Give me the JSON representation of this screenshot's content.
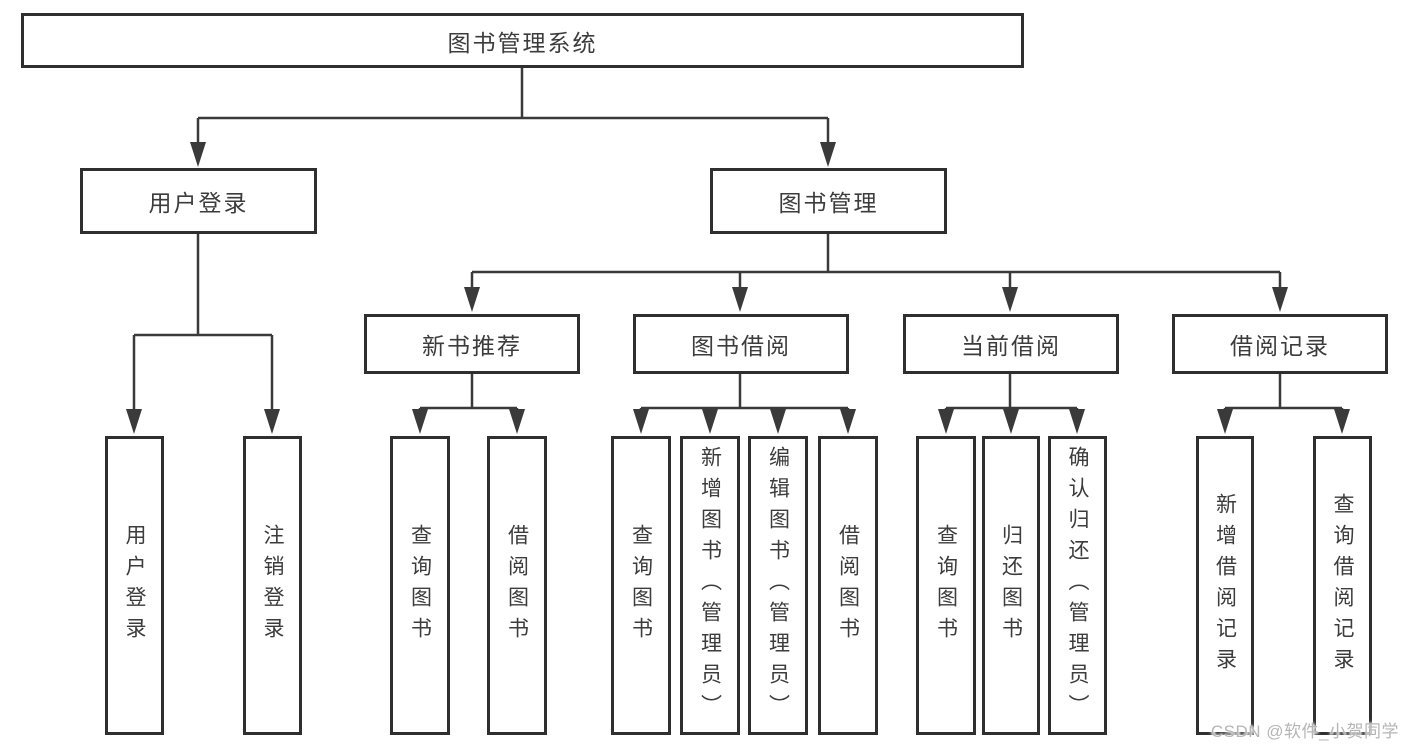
{
  "diagram": {
    "root": {
      "label": "图书管理系统"
    },
    "level2": [
      {
        "label": "用户登录",
        "children": [
          {
            "label": "用户登录"
          },
          {
            "label": "注销登录"
          }
        ]
      },
      {
        "label": "图书管理",
        "children": [
          {
            "label": "新书推荐",
            "children": [
              {
                "label": "查询图书"
              },
              {
                "label": "借阅图书"
              }
            ]
          },
          {
            "label": "图书借阅",
            "children": [
              {
                "label": "查询图书"
              },
              {
                "label": "新增图书（管理员）"
              },
              {
                "label": "编辑图书（管理员）"
              },
              {
                "label": "借阅图书"
              }
            ]
          },
          {
            "label": "当前借阅",
            "children": [
              {
                "label": "查询图书"
              },
              {
                "label": "归还图书"
              },
              {
                "label": "确认归还（管理员）"
              }
            ]
          },
          {
            "label": "借阅记录",
            "children": [
              {
                "label": "新增借阅记录"
              },
              {
                "label": "查询借阅记录"
              }
            ]
          }
        ]
      }
    ]
  },
  "watermark": {
    "text": "CSDN @软件_小贺同学"
  },
  "colors": {
    "line": "#3a3a3a",
    "border": "#2f2f2f",
    "text": "#3c3c3c",
    "watermark": "#b5b5b5"
  }
}
